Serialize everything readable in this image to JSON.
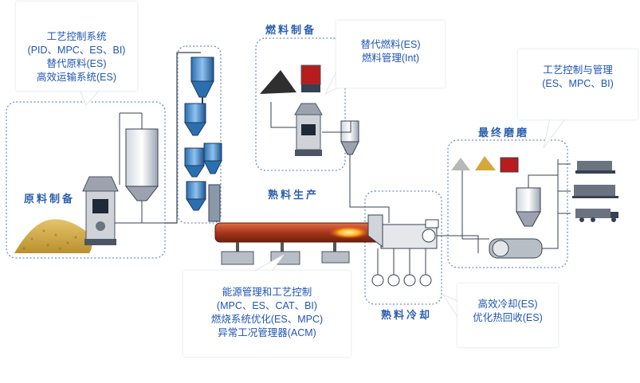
{
  "callouts": {
    "raw_control": [
      "工艺控制系统",
      "(PID、MPC、ES、BI)",
      "替代原料(ES)",
      "高效运输系统(ES)"
    ],
    "fuel_alt": [
      "替代燃料(ES)",
      "燃料管理(Int)"
    ],
    "grind_control": [
      "工艺控制与管理",
      "(ES、MPC、BI)"
    ],
    "kiln_control": [
      "能源管理和工艺控制",
      "(MPC、ES、CAT、BI)",
      "燃烧系统优化(ES、MPC)",
      "异常工况管理器(ACM)"
    ],
    "cooling": [
      "高效冷却(ES)",
      "优化热回收(ES)"
    ]
  },
  "sections": {
    "raw_material": "原料制备",
    "fuel_prep": "燃料制备",
    "clinker": "熟料生产",
    "clinker_cooling": "熟料冷却",
    "final_grinding": "最终磨磨"
  },
  "colors": {
    "callout_text": "#1f55b5",
    "section_text": "#2a5fae",
    "dotted_border": "#6f8fc7",
    "kiln": "#b8471f",
    "flame": "#ffb020"
  }
}
